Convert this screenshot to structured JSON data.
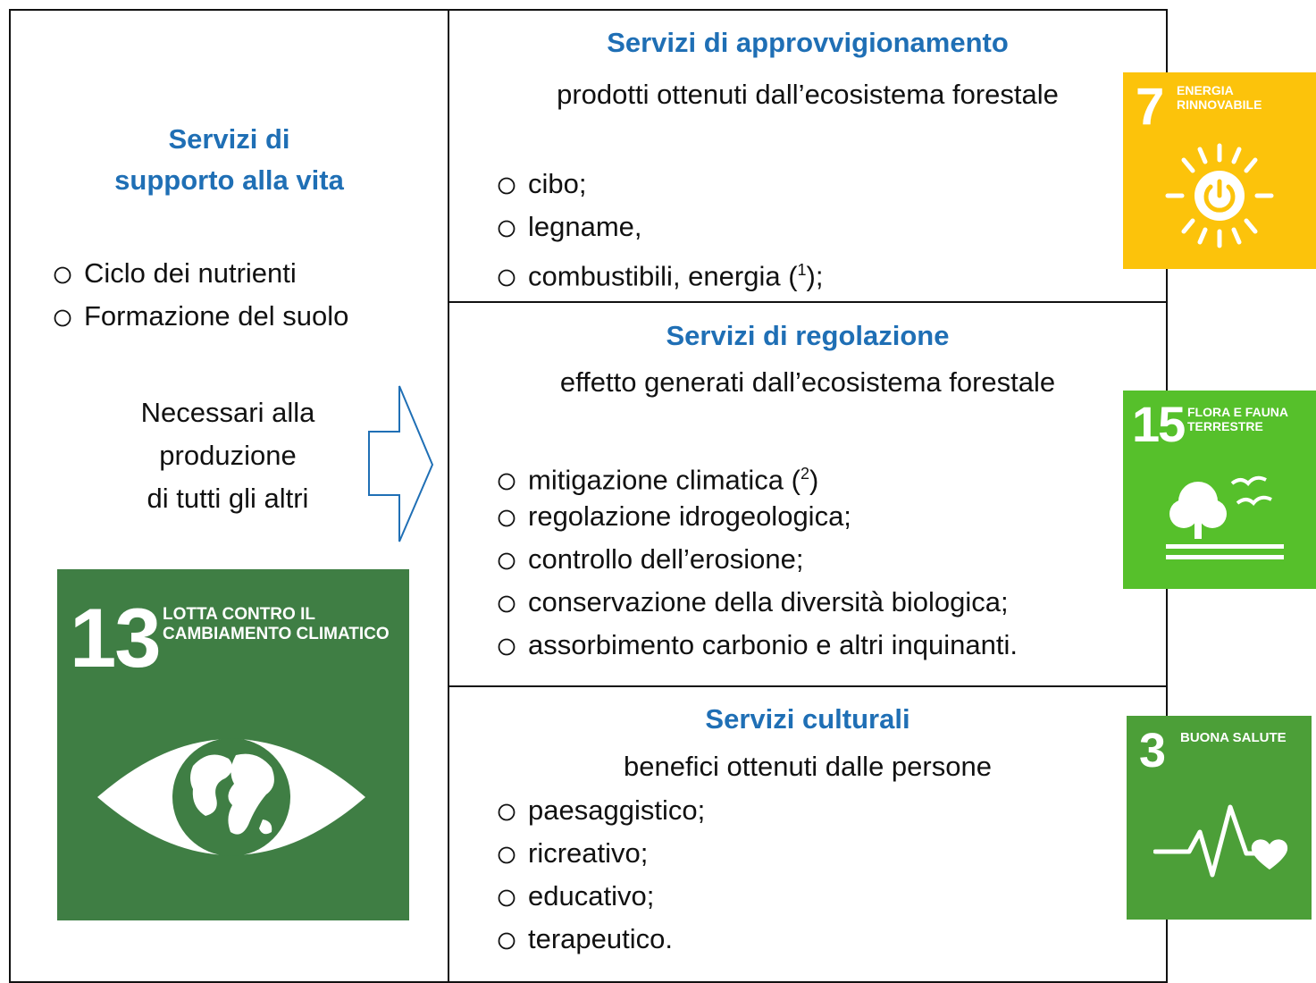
{
  "left_panel": {
    "title_line1": "Servizi di",
    "title_line2": "supporto alla vita",
    "items": [
      "Ciclo dei nutrienti",
      "Formazione del suolo"
    ],
    "note_line1": "Necessari alla",
    "note_line2": "produzione",
    "note_line3": "di tutti gli altri"
  },
  "sections": [
    {
      "title": "Servizi di approvvigionamento",
      "subtitle": "prodotti ottenuti dall’ecosistema forestale",
      "items": [
        {
          "text": "cibo;",
          "sup": "",
          "after": ""
        },
        {
          "text": "legname,",
          "sup": "",
          "after": ""
        },
        {
          "text": "combustibili, energia (",
          "sup": "1",
          "after": ");"
        }
      ]
    },
    {
      "title": "Servizi di regolazione",
      "subtitle": "effetto generati dall’ecosistema forestale",
      "items": [
        {
          "text": "mitigazione climatica (",
          "sup": "2",
          "after": ")"
        },
        {
          "text": "regolazione idrogeologica;",
          "sup": "",
          "after": ""
        },
        {
          "text": "controllo dell’erosione;",
          "sup": "",
          "after": ""
        },
        {
          "text": "conservazione della diversità biologica;",
          "sup": "",
          "after": ""
        },
        {
          "text": "assorbimento carbonio e altri inquinanti.",
          "sup": "",
          "after": ""
        }
      ]
    },
    {
      "title": "Servizi culturali",
      "subtitle": "benefici ottenuti dalle persone",
      "items": [
        {
          "text": "paesaggistico;",
          "sup": "",
          "after": ""
        },
        {
          "text": "ricreativo;",
          "sup": "",
          "after": ""
        },
        {
          "text": "educativo;",
          "sup": "",
          "after": ""
        },
        {
          "text": "terapeutico.",
          "sup": "",
          "after": ""
        }
      ]
    }
  ],
  "sdg_icons": [
    {
      "number": "13",
      "line1": "LOTTA CONTRO IL",
      "line2": "CAMBIAMENTO CLIMATICO",
      "color": "#3f7e44",
      "icon": "eye-globe-icon"
    },
    {
      "number": "7",
      "line1": "ENERGIA",
      "line2": "RINNOVABILE",
      "color": "#fcc30b",
      "icon": "sun-power-icon"
    },
    {
      "number": "15",
      "line1": "FLORA E FAUNA",
      "line2": "TERRESTRE",
      "color": "#56c02b",
      "icon": "tree-birds-icon"
    },
    {
      "number": "3",
      "line1": "BUONA SALUTE",
      "line2": "",
      "color": "#4c9f38",
      "icon": "heartbeat-icon"
    }
  ],
  "colors": {
    "title_blue": "#1f6fb5",
    "arrow_blue": "#1f6fb5",
    "border": "#111111"
  }
}
